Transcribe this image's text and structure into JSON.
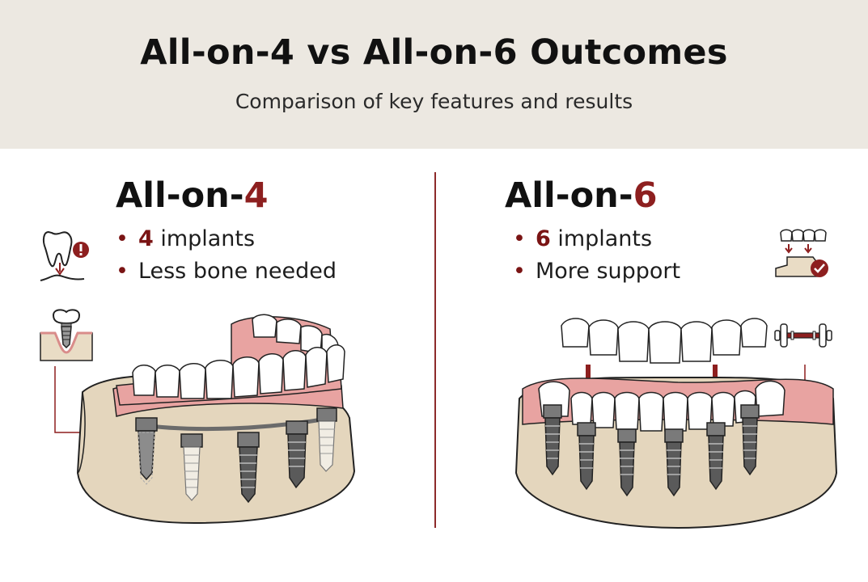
{
  "header": {
    "title": "All-on-4 vs All-on-6 Outcomes",
    "subtitle": "Comparison of key features and results"
  },
  "left": {
    "title_prefix": "All-on-",
    "title_number": "4",
    "bullets": [
      {
        "number": "4",
        "text": " implants"
      },
      {
        "number": "",
        "text": "Less bone needed"
      }
    ],
    "icons": [
      "tooth-bone-loss-icon",
      "single-implant-icon"
    ]
  },
  "right": {
    "title_prefix": "All-on-",
    "title_number": "6",
    "bullets": [
      {
        "number": "6",
        "text": " implants"
      },
      {
        "number": "",
        "text": "More support"
      }
    ],
    "icons": [
      "bridge-support-check-icon",
      "dumbbell-strength-icon"
    ]
  },
  "colors": {
    "accent": "#8d1f1f",
    "header_bg": "#ece8e1",
    "bone": "#e4d6bd",
    "gum": "#e8a3a1",
    "implant": "#5a5a5a"
  }
}
